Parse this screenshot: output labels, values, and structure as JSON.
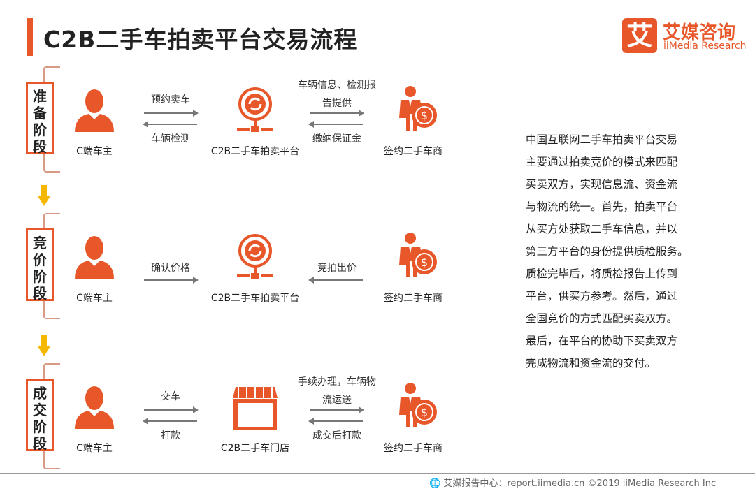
{
  "title": "C2B二手车拍卖平台交易流程",
  "logo": {
    "mark": "艾",
    "cn": "艾媒咨询",
    "en": "iiMedia Research"
  },
  "colors": {
    "accent": "#e8572a",
    "arrow_yellow": "#f5b800"
  },
  "stages": [
    {
      "label": "准备阶段",
      "left_node": "C端车主",
      "center_node": "C2B二手车拍卖平台",
      "right_node": "签约二手车商",
      "left_top": "预约卖车",
      "left_bottom": "车辆检测",
      "right_top_1": "车辆信息、检测报",
      "right_top_2": "告提供",
      "right_bottom": "缴纳保证金"
    },
    {
      "label": "竞价阶段",
      "left_node": "C端车主",
      "center_node": "C2B二手车拍卖平台",
      "right_node": "签约二手车商",
      "left_top": "确认价格",
      "right_top": "竞拍出价"
    },
    {
      "label": "成交阶段",
      "left_node": "C端车主",
      "center_node": "C2B二手车门店",
      "right_node": "签约二手车商",
      "left_top": "交车",
      "left_bottom": "打款",
      "right_top_1": "手续办理，车辆物",
      "right_top_2": "流运送",
      "right_bottom": "成交后打款"
    }
  ],
  "description": [
    "中国互联网二手车拍卖平台交易",
    "主要通过拍卖竞价的模式来匹配",
    "买卖双方，实现信息流、资金流",
    "与物流的统一。首先，拍卖平台",
    "从买方处获取二手车信息，并以",
    "第三方平台的身份提供质检服务。",
    "质检完毕后，将质检报告上传到",
    "平台，供买方参考。然后，通过",
    "全国竞价的方式匹配买卖双方。",
    "最后，在平台的协助下买卖双方",
    "完成物流和资金流的交付。"
  ],
  "footer": "艾媒报告中心：report.iimedia.cn   ©2019  iiMedia Research  Inc"
}
